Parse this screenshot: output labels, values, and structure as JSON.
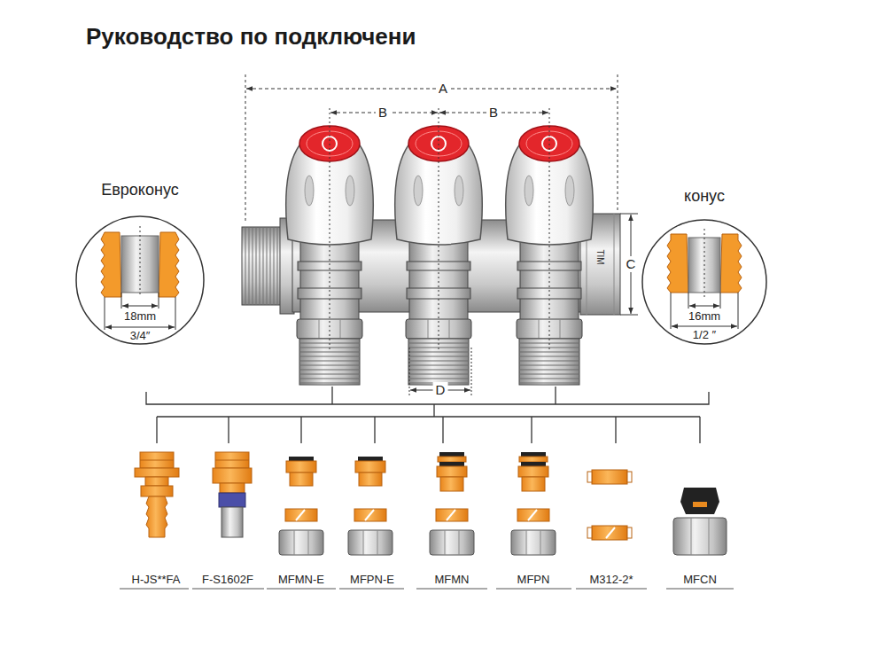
{
  "diagram": {
    "title": "Руководство по подключени",
    "nodes": [
      {
        "text": [
          "Евроконус",
          "18mm",
          "3/4″"
        ]
      },
      {
        "text": [
          "конус",
          "16mm",
          "1/2 ″"
        ]
      }
    ],
    "labels": [
      "A",
      "B",
      "B",
      "TIM",
      "C",
      "D",
      "H-JS**FA",
      "F-S1602F",
      "MFMN-E",
      "MFPN-E",
      "MFMN",
      "MFPN",
      "M312-2*",
      "MFCN"
    ]
  }
}
